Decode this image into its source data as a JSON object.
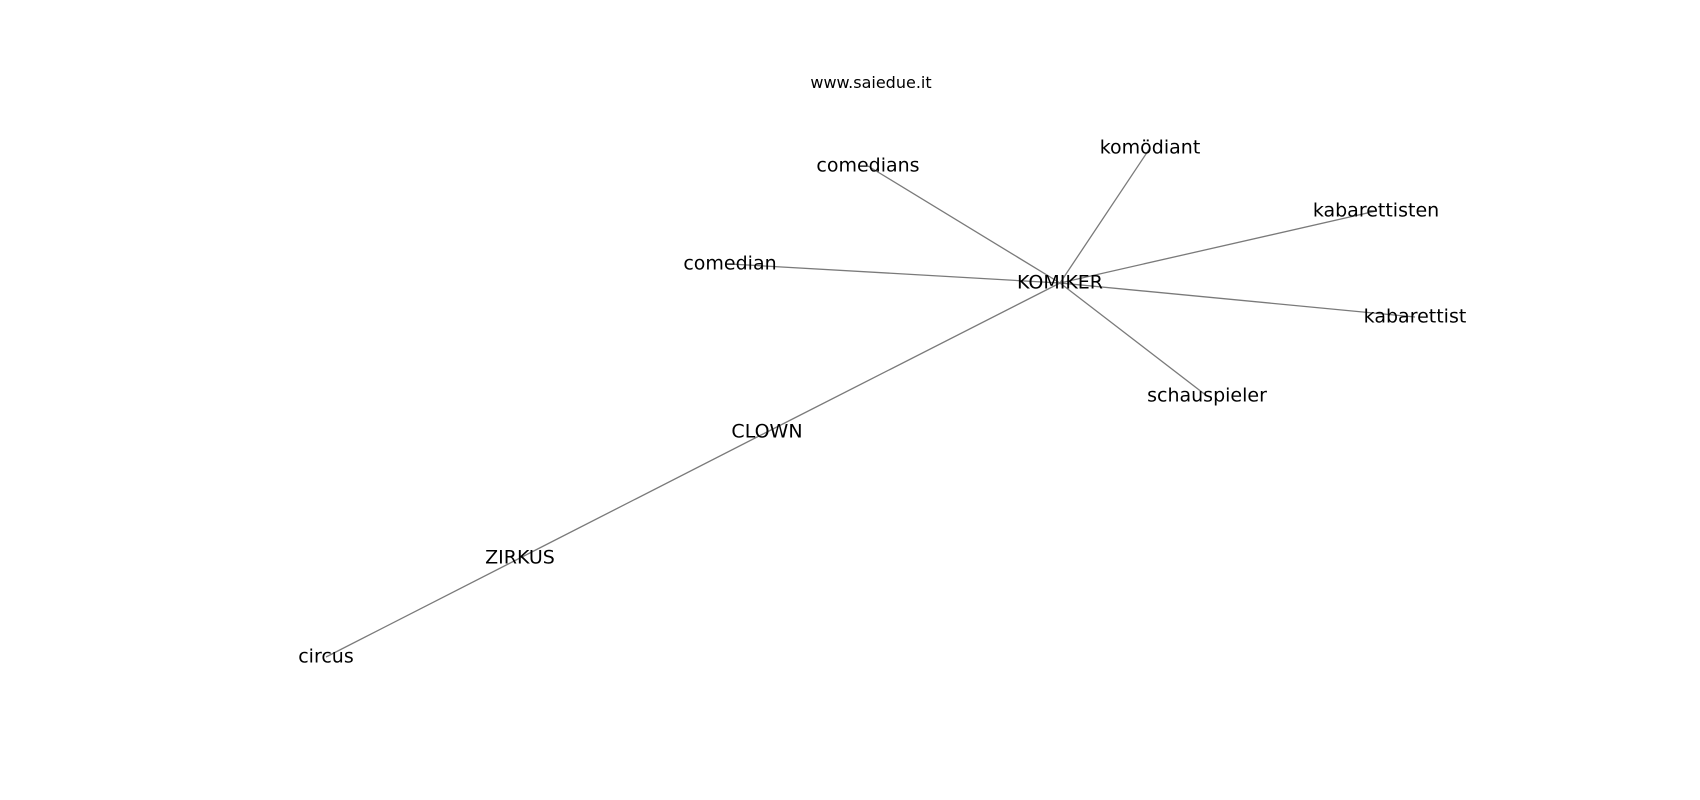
{
  "watermark": "www.saiedue.it",
  "graph": {
    "nodes": [
      {
        "id": "komiker",
        "label": "KOMIKER"
      },
      {
        "id": "clown",
        "label": "CLOWN"
      },
      {
        "id": "zirkus",
        "label": "ZIRKUS"
      },
      {
        "id": "circus",
        "label": "circus"
      },
      {
        "id": "comedians",
        "label": "comedians"
      },
      {
        "id": "komoediant",
        "label": "komödiant"
      },
      {
        "id": "kabarettisten",
        "label": "kabarettisten"
      },
      {
        "id": "comedian",
        "label": "comedian"
      },
      {
        "id": "kabarettist",
        "label": "kabarettist"
      },
      {
        "id": "schauspieler",
        "label": "schauspieler"
      }
    ],
    "edges": [
      {
        "source": "komiker",
        "target": "comedians"
      },
      {
        "source": "komiker",
        "target": "komoediant"
      },
      {
        "source": "komiker",
        "target": "kabarettisten"
      },
      {
        "source": "komiker",
        "target": "comedian"
      },
      {
        "source": "komiker",
        "target": "kabarettist"
      },
      {
        "source": "komiker",
        "target": "schauspieler"
      },
      {
        "source": "komiker",
        "target": "clown"
      },
      {
        "source": "clown",
        "target": "zirkus"
      },
      {
        "source": "zirkus",
        "target": "circus"
      }
    ]
  }
}
